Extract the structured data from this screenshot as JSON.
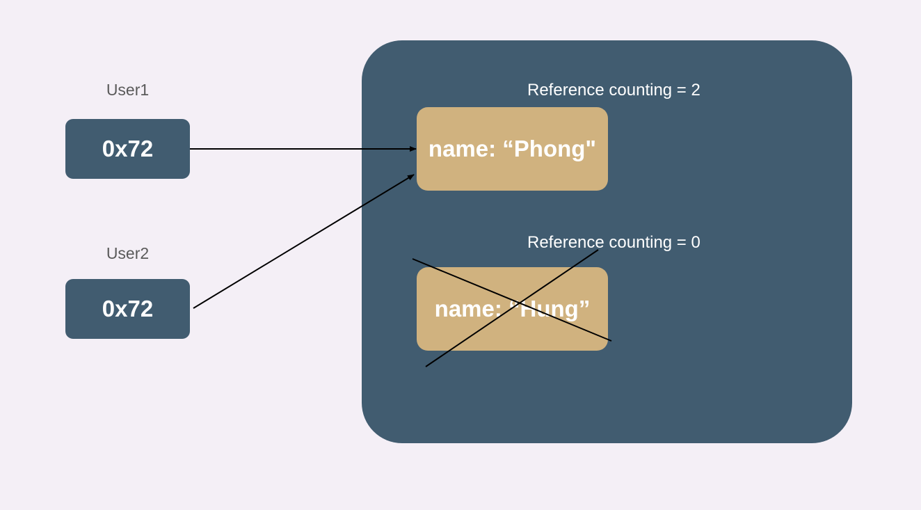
{
  "variables": [
    {
      "name": "User1",
      "address": "0x72"
    },
    {
      "name": "User2",
      "address": "0x72"
    }
  ],
  "heap": {
    "objects": [
      {
        "ref_label": "Reference counting = 2",
        "content": "name: “Phong\""
      },
      {
        "ref_label": "Reference counting = 0",
        "content": "name: “Hung”",
        "deallocated": true
      }
    ]
  },
  "colors": {
    "background": "#f4eff6",
    "pointer_box": "#415c70",
    "heap": "#415c70",
    "object": "#d0b27f",
    "label_text": "#5a5a5a",
    "arrow": "#000000"
  }
}
